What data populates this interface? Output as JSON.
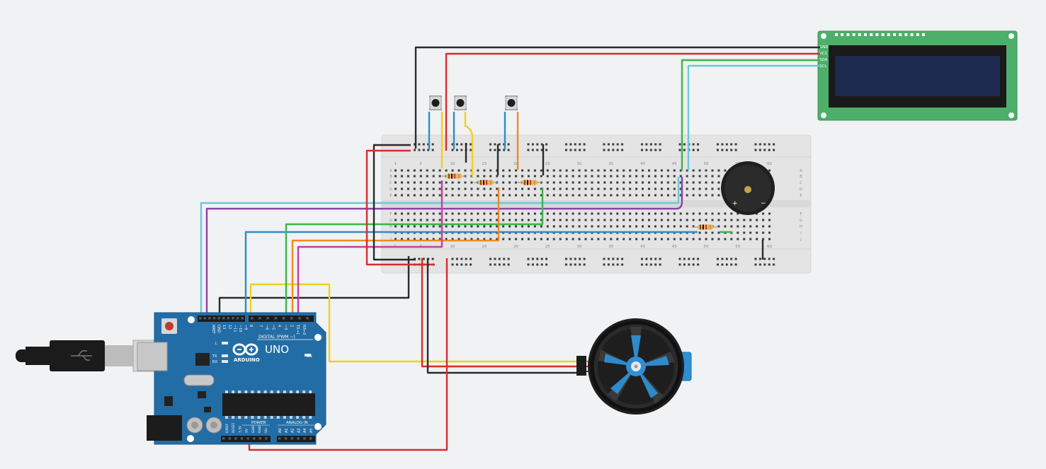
{
  "lcd": {
    "pins": [
      "GND",
      "VCC",
      "SDA",
      "SCL"
    ]
  },
  "breadboard": {
    "top_col_numbers": [
      "1",
      "5",
      "10",
      "15",
      "20",
      "25",
      "30",
      "35",
      "40",
      "45",
      "50",
      "55",
      "60"
    ],
    "bottom_col_numbers": [
      "1",
      "5",
      "10",
      "15",
      "20",
      "25",
      "30",
      "35",
      "40",
      "45",
      "50",
      "55",
      "60"
    ],
    "row_letters_top": [
      "A",
      "B",
      "C",
      "D",
      "E"
    ],
    "row_letters_bottom": [
      "F",
      "G",
      "H",
      "I",
      "J"
    ]
  },
  "buzzer": {
    "plus": "+",
    "minus": "−"
  },
  "arduino": {
    "logo_text": "ARDUINO",
    "model": "UNO",
    "digital_label": "DIGITAL (PWM ~)",
    "power_label": "POWER",
    "analog_label": "ANALOG IN",
    "on_label": "ON",
    "led_l": "L",
    "led_tx": "TX",
    "led_rx": "RX",
    "header_pins": [
      "AREF",
      "GND",
      "13",
      "12",
      "~11",
      "~10",
      "~9",
      "8",
      "7",
      "~6",
      "~5",
      "4",
      "~3",
      "2",
      "TX→1",
      "RX←0"
    ],
    "power_pins": [
      "IOREF",
      "RESET",
      "3.3V",
      "5V",
      "GND",
      "GND",
      "Vin"
    ],
    "analog_pins": [
      "A0",
      "A1",
      "A2",
      "A3",
      "A4",
      "A5"
    ]
  },
  "colors": {
    "background": "#f1f2f4",
    "breadboard": "#e6e6e6",
    "arduino_blue": "#236da6",
    "lcd_green": "#4caf6a",
    "lcd_screen": "#1b2a4e",
    "wire_black": "#2a2a2a",
    "wire_red": "#d62d2d",
    "wire_green": "#3bb54a",
    "wire_cyan": "#6cc7d9",
    "wire_purple": "#8e3fa8",
    "wire_blue": "#2b8fc7",
    "wire_yellow": "#f2cf1f",
    "wire_orange": "#f08a1c",
    "wire_magenta": "#c43fa0",
    "servo_blue": "#2f8fd4"
  }
}
